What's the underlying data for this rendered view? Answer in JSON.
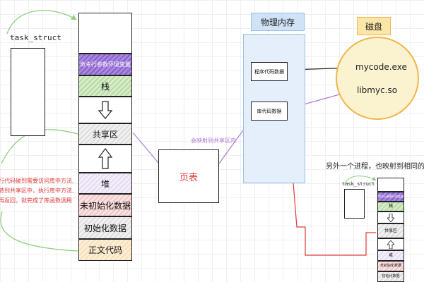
{
  "diagram": {
    "left_task_struct_label": "task_struct",
    "memory_segments": {
      "env_args": "命令行参数环境变量",
      "stack": "栈",
      "shared": "共享区",
      "heap": "堆",
      "bss": "未初始化数据",
      "data": "初始化数据",
      "text": "正文代码"
    },
    "page_table_label": "页表",
    "map_note": "会映射到共享区内",
    "physical_memory": {
      "title": "物理内存",
      "program_code": "程序代码数据",
      "lib_code": "库代码数据"
    },
    "disk": {
      "title": "磁盘",
      "file1": "mycode.exe",
      "file2": "libmyc.so"
    },
    "other_process_note": "另外一个进程，也映射到相同的地",
    "right_task_struct_label": "task_struct",
    "small_segments": {
      "env_args": "命令行参数环境变量",
      "stack": "栈",
      "shared": "共享区",
      "heap": "堆",
      "bss": "未初始化数据",
      "data": "初始化数据"
    },
    "red_note_lines": [
      "行代码碰到需要访问库中方法,",
      "转到共享区中，执行库中方法,",
      "再返回，就完成了库函数调用"
    ],
    "colors": {
      "physical_memory_bg": "#e4effb",
      "disk_fill": "#fbf3d0",
      "disk_border": "#f0b64a",
      "page_table_text": "#e03a3a",
      "map_arrow": "#b27bd6",
      "green_arrow": "#8fcf7f"
    }
  }
}
